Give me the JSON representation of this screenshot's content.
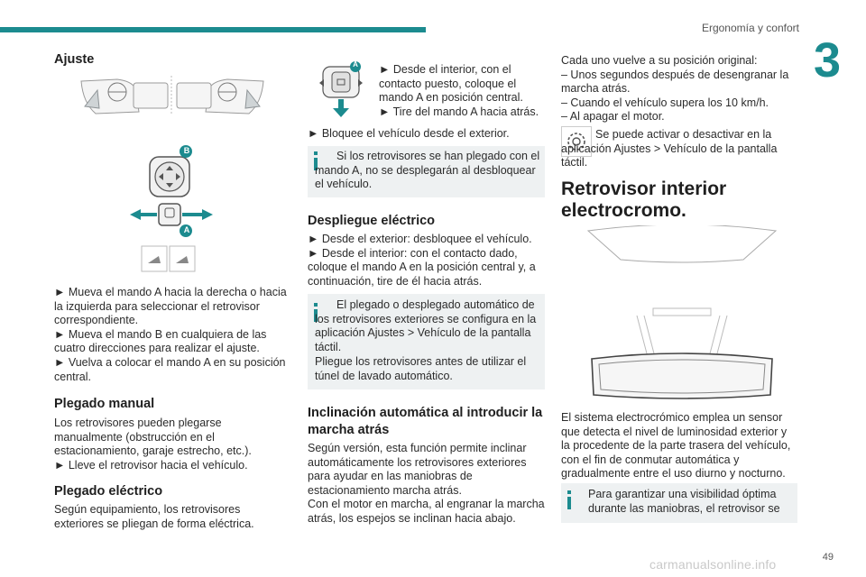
{
  "header": {
    "title": "Ergonomía y confort",
    "chapter_number": "3",
    "page_number": "49"
  },
  "watermark": "carmanualsonline.info",
  "col1": {
    "h_ajuste": "Ajuste",
    "bullets_ajuste": [
      "► Mueva el mando A hacia la derecha o hacia la izquierda para seleccionar el retrovisor correspondiente.",
      "► Mueva el mando B en cualquiera de las cuatro direcciones para realizar el ajuste.",
      "► Vuelva a colocar el mando A en su posición central."
    ],
    "label_a": "A",
    "label_b": "B",
    "h_plegado_manual": "Plegado manual",
    "plegado_manual_text": "Los retrovisores pueden plegarse manualmente (obstrucción en el estacionamiento, garaje estrecho, etc.).",
    "plegado_manual_bullet": "► Lleve el retrovisor hacia el vehículo.",
    "h_plegado_electrico": "Plegado eléctrico",
    "plegado_electrico_text": "Según equipamiento, los retrovisores exteriores se pliegan de forma eléctrica."
  },
  "col2": {
    "icon_label": "A",
    "bullet_int_1": "► Desde el interior, con el contacto puesto, coloque el mando A en posición central.",
    "bullet_int_2": "► Tire del mando A hacia atrás.",
    "bullet_bloq": "► Bloquee el vehículo desde el exterior.",
    "info1": "Si los retrovisores se han plegado con el mando A, no se desplegarán al desbloquear el vehículo.",
    "h_despliegue": "Despliegue eléctrico",
    "desp_1": "► Desde el exterior: desbloquee el vehículo.",
    "desp_2": "► Desde el interior: con el contacto dado, coloque el mando A en la posición central y, a continuación, tire de él hacia atrás.",
    "info2_a": "El plegado o desplegado automático de los retrovisores exteriores se configura en la aplicación Ajustes > Vehículo de la pantalla táctil.",
    "info2_b": "Pliegue los retrovisores antes de utilizar el túnel de lavado automático.",
    "h_inclinacion": "Inclinación automática al introducir la marcha atrás",
    "incl_1": "Según versión, esta función permite inclinar automáticamente los retrovisores exteriores para ayudar en las maniobras de estacionamiento marcha atrás.",
    "incl_2": "Con el motor en marcha, al engranar la marcha atrás, los espejos se inclinan hacia abajo."
  },
  "col3": {
    "intro": "Cada uno vuelve a su posición original:",
    "items": [
      "– Unos segundos después de desengranar la marcha atrás.",
      "– Cuando el vehículo supera los 10 km/h.",
      "– Al apagar el motor."
    ],
    "settings_text": "Se puede activar o desactivar en la aplicación Ajustes > Vehículo de la pantalla táctil.",
    "h_retrovisor": "Retrovisor interior electrocromo.",
    "electro_text": "El sistema electrocrómico emplea un sensor que detecta el nivel de luminosidad exterior y la procedente de la parte trasera del vehículo, con el fin de conmutar automática y gradualmente entre el uso diurno y nocturno.",
    "info3": "Para garantizar una visibilidad óptima durante las maniobras, el retrovisor se"
  },
  "colors": {
    "accent": "#1c8b8f",
    "info_bg": "#eef1f2"
  }
}
